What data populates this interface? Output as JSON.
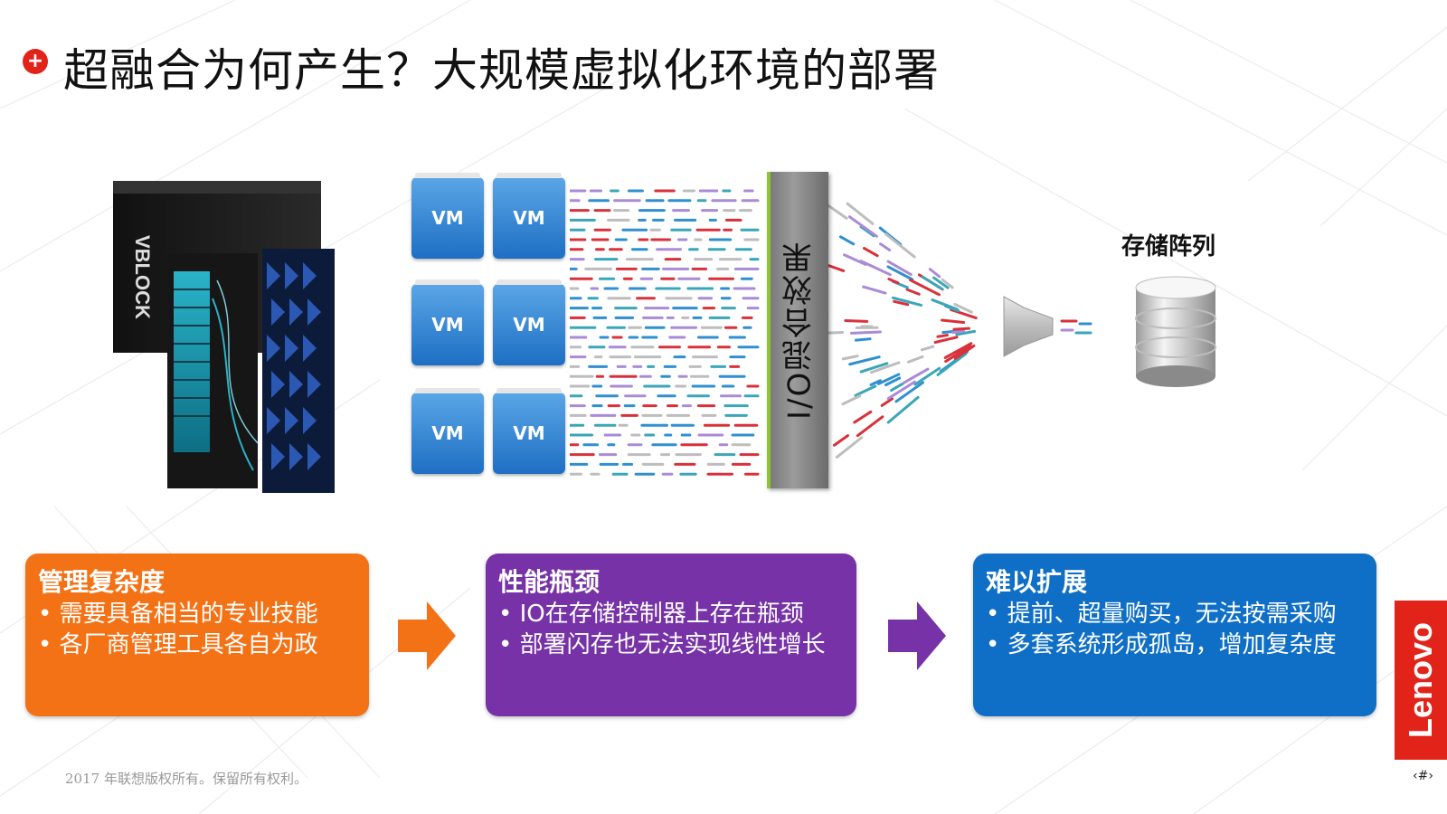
{
  "title": {
    "text": "超融合为何产生？大规模虚拟化环境的部署",
    "bullet": "+"
  },
  "vms": [
    {
      "label": "VM"
    },
    {
      "label": "VM"
    },
    {
      "label": "VM"
    },
    {
      "label": "VM"
    },
    {
      "label": "VM"
    },
    {
      "label": "VM"
    }
  ],
  "io_label": "I/O混合效果",
  "storage_label": "存储阵列",
  "boxes": [
    {
      "title": "管理复杂度",
      "items": [
        "需要具备相当的专业技能",
        "各厂商管理工具各自为政"
      ],
      "color": "#f47216"
    },
    {
      "title": "性能瓶颈",
      "items": [
        "IO在存储控制器上存在瓶颈",
        "部署闪存也无法实现线性增长"
      ],
      "color": "#7632a6"
    },
    {
      "title": "难以扩展",
      "items": [
        "提前、超量购买，无法按需采购",
        "多套系统形成孤岛，增加复杂度"
      ],
      "color": "#0f6fc6"
    }
  ],
  "arrows": [
    {
      "color": "#f47216",
      "icon": "right-arrow-icon"
    },
    {
      "color": "#7632a6",
      "icon": "right-arrow-icon"
    }
  ],
  "brand": "Lenovo",
  "footer": "2017 年联想版权所有。保留所有权利。",
  "page_number": "‹#›",
  "stream_colors": [
    "#d9313a",
    "#2f8fd0",
    "#a98bd6",
    "#bdbdbd",
    "#3aa6b8"
  ]
}
